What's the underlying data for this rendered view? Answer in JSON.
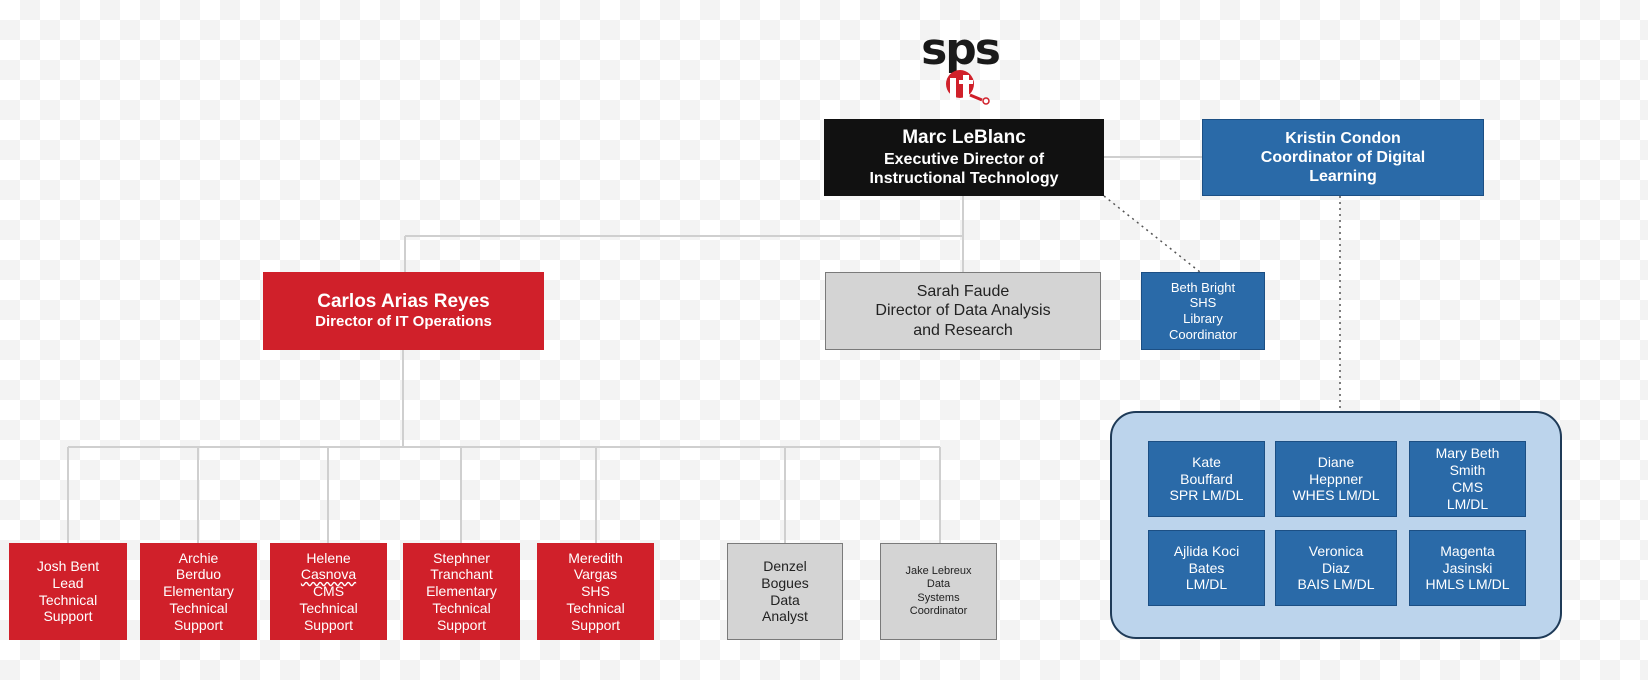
{
  "logo": {
    "wordmark": "sps",
    "subtext": "it",
    "brand_red": "#d0202a"
  },
  "executive": {
    "name": "Marc LeBlanc",
    "title_line1": "Executive Director of",
    "title_line2": "Instructional Technology"
  },
  "digital_coordinator": {
    "name": "Kristin Condon",
    "title_line1": "Coordinator of Digital",
    "title_line2": "Learning"
  },
  "it_director": {
    "name": "Carlos Arias Reyes",
    "title": "Director of IT Operations"
  },
  "data_director": {
    "name": "Sarah Faude",
    "title_line1": "Director of Data Analysis",
    "title_line2": "and Research"
  },
  "library": {
    "line1": "Beth Bright",
    "line2": "SHS",
    "line3": "Library",
    "line4": "Coordinator"
  },
  "technical_support": [
    {
      "lines": [
        "Josh Bent",
        "Lead",
        "Technical",
        "Support"
      ]
    },
    {
      "lines": [
        "Archie",
        "Berduo",
        "Elementary",
        "Technical",
        "Support"
      ]
    },
    {
      "lines": [
        "Helene",
        "Casnova",
        "CMS",
        "Technical",
        "Support"
      ]
    },
    {
      "lines": [
        "Stephner",
        "Tranchant",
        "Elementary",
        "Technical",
        "Support"
      ]
    },
    {
      "lines": [
        "Meredith",
        "Vargas",
        "SHS",
        "Technical",
        "Support"
      ]
    }
  ],
  "data_team": [
    {
      "lines": [
        "Denzel",
        "Bogues",
        "Data",
        "Analyst"
      ]
    },
    {
      "lines": [
        "Jake Lebreux",
        "Data",
        "Systems",
        "Coordinator"
      ]
    }
  ],
  "lmdl_team": [
    {
      "lines": [
        "Kate",
        "Bouffard",
        "SPR LM/DL"
      ]
    },
    {
      "lines": [
        "Diane",
        "Heppner",
        "WHES LM/DL"
      ]
    },
    {
      "lines": [
        "Mary Beth",
        "Smith",
        "CMS",
        "LM/DL"
      ]
    },
    {
      "lines": [
        "Ajlida Koci",
        "Bates",
        "LM/DL"
      ]
    },
    {
      "lines": [
        "Veronica",
        "Diaz",
        "BAIS LM/DL"
      ]
    },
    {
      "lines": [
        "Magenta",
        "Jasinski",
        "HMLS LM/DL"
      ]
    }
  ]
}
